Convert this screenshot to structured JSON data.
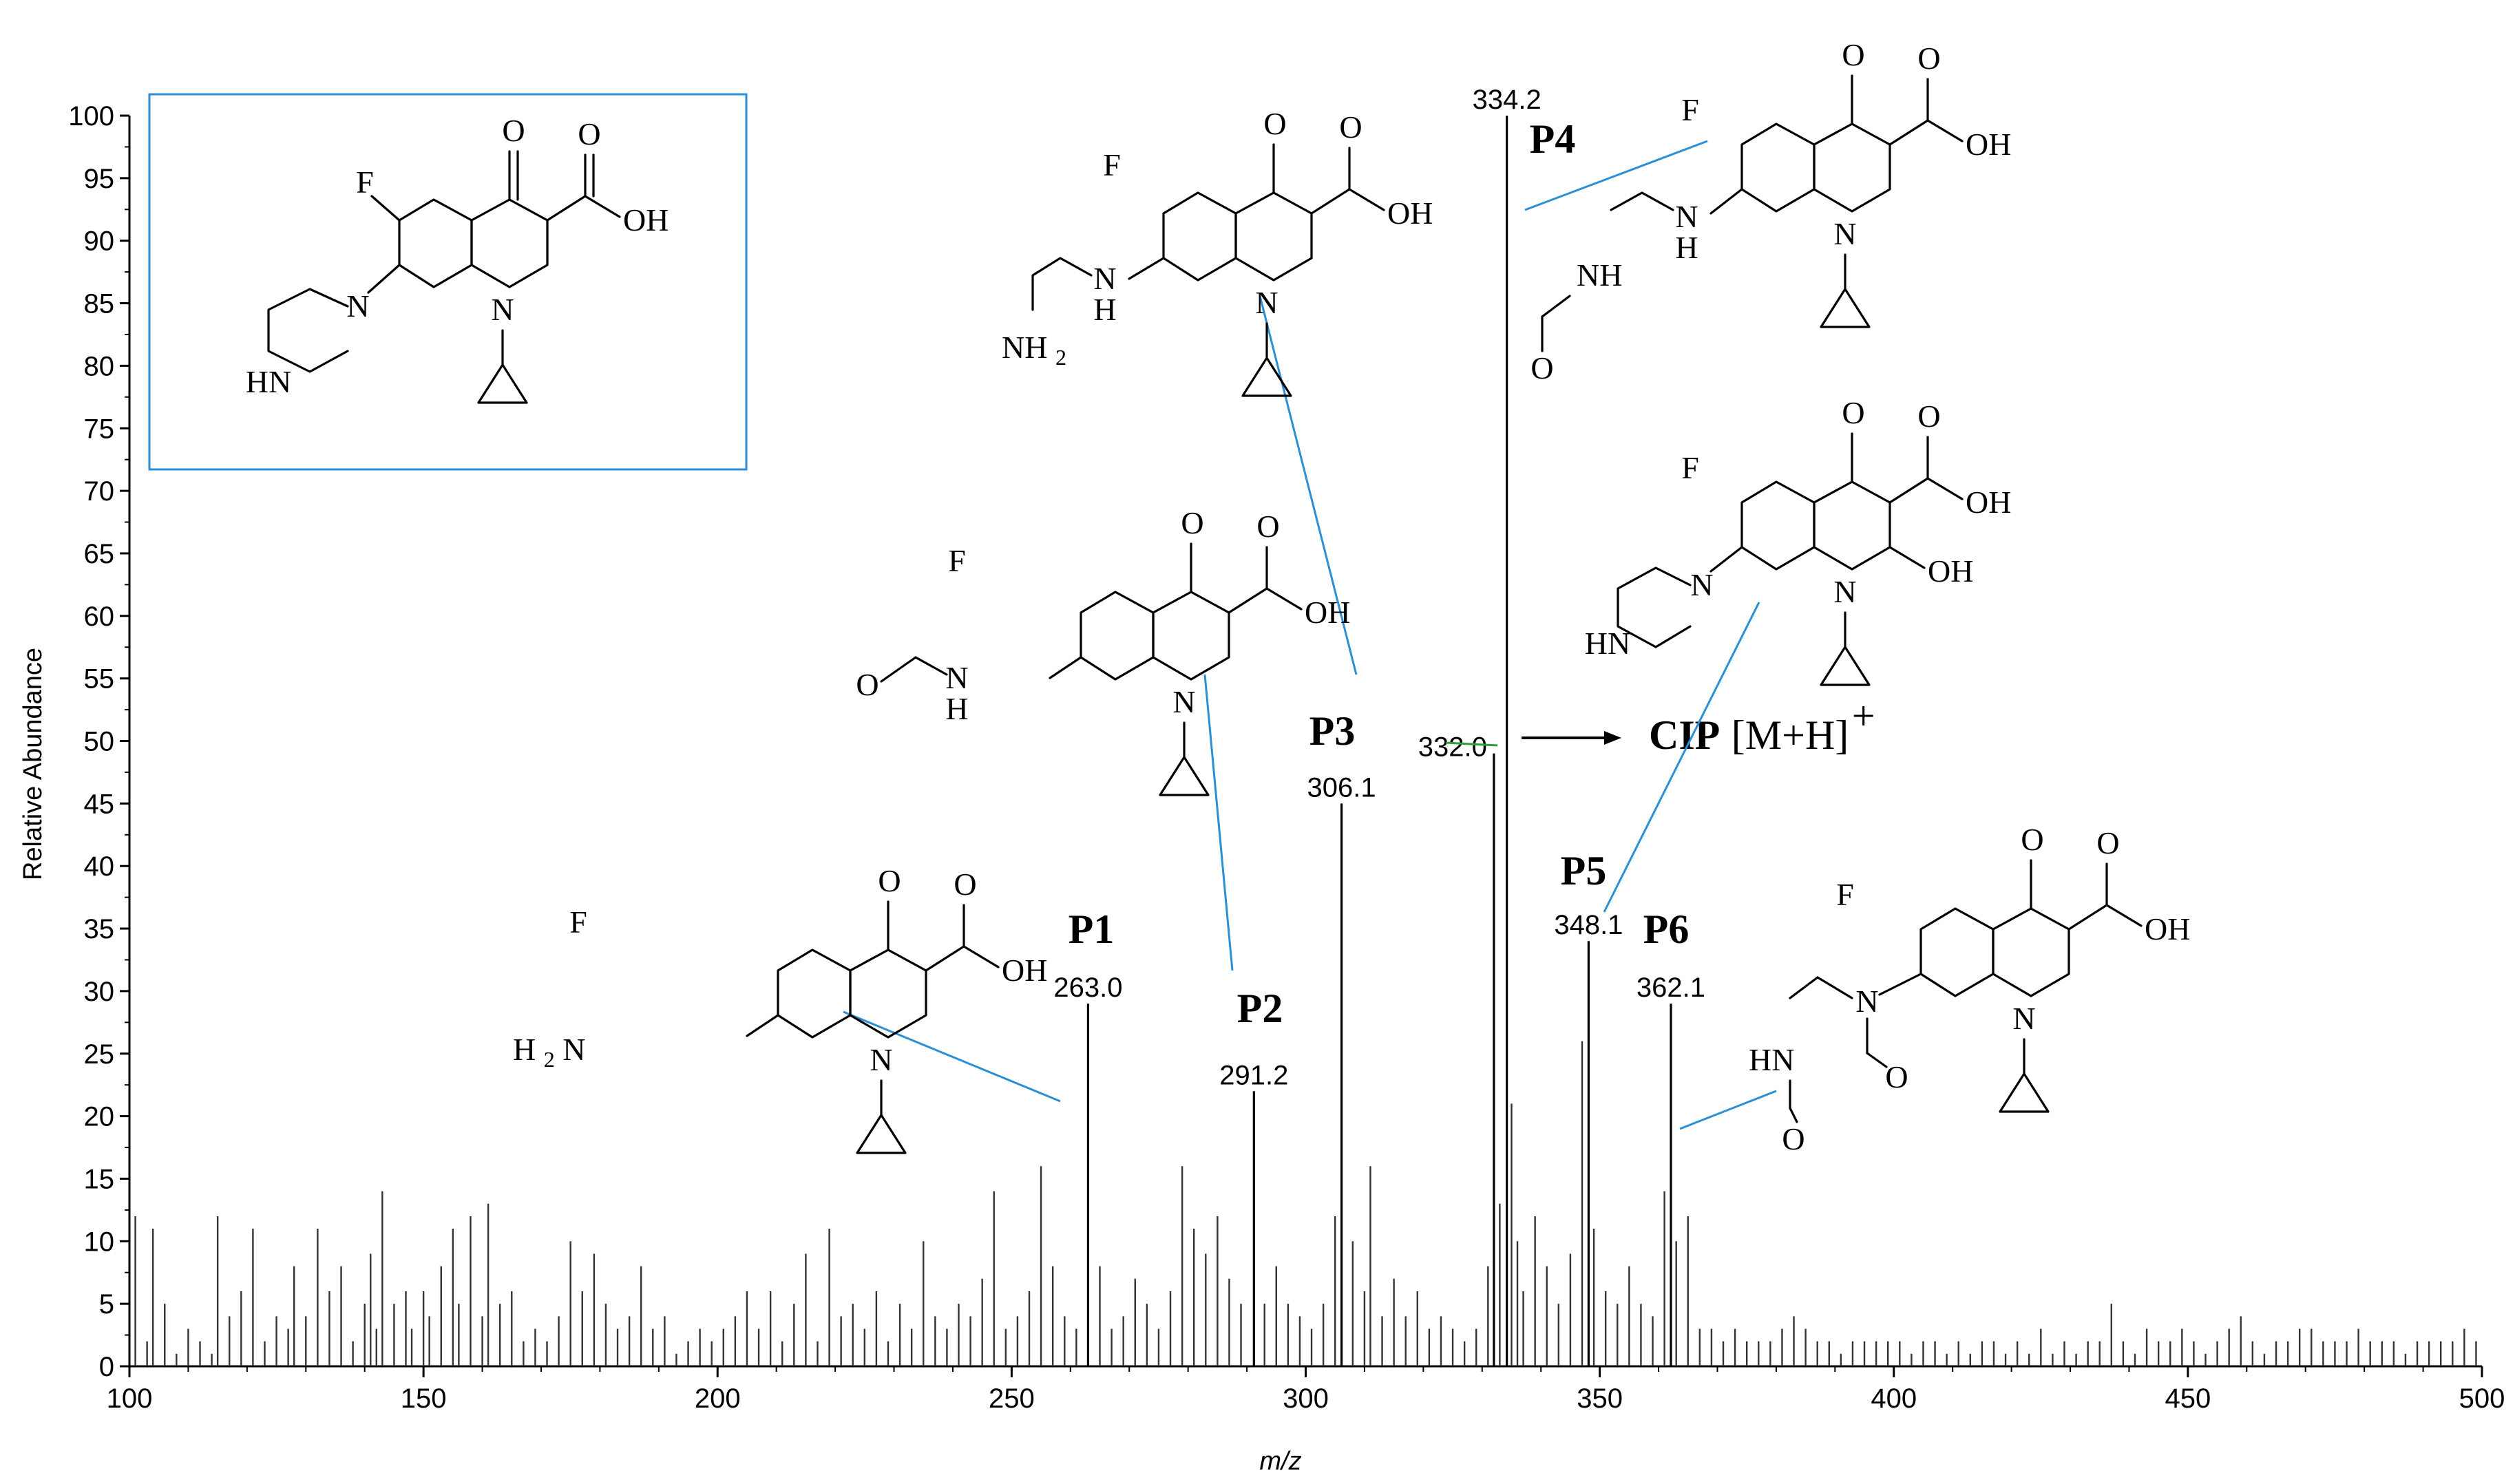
{
  "chart_data": {
    "type": "bar",
    "xlabel": "m/z",
    "ylabel": "Relative Abundance",
    "xlim": [
      100,
      500
    ],
    "ylim": [
      0,
      100
    ],
    "x_ticks": [
      100,
      150,
      200,
      250,
      300,
      350,
      400,
      450,
      500
    ],
    "y_ticks": [
      0,
      5,
      10,
      15,
      20,
      25,
      30,
      35,
      40,
      45,
      50,
      55,
      60,
      65,
      70,
      75,
      80,
      85,
      90,
      95,
      100
    ],
    "grid": false,
    "major_peaks": [
      {
        "mz": 263.0,
        "abundance": 29,
        "label": "263.0",
        "product": "P1"
      },
      {
        "mz": 291.2,
        "abundance": 22,
        "label": "291.2",
        "product": "P2"
      },
      {
        "mz": 306.1,
        "abundance": 45,
        "label": "306.1",
        "product": "P3"
      },
      {
        "mz": 332.0,
        "abundance": 49,
        "label": "332.0",
        "product": ""
      },
      {
        "mz": 334.2,
        "abundance": 100,
        "label": "334.2",
        "product": "P4"
      },
      {
        "mz": 348.1,
        "abundance": 34,
        "label": "348.1",
        "product": "P5"
      },
      {
        "mz": 362.1,
        "abundance": 29,
        "label": "362.1",
        "product": "P6"
      }
    ],
    "noise_peaks": [
      [
        101,
        12
      ],
      [
        103,
        2
      ],
      [
        104,
        11
      ],
      [
        106,
        5
      ],
      [
        108,
        1
      ],
      [
        110,
        3
      ],
      [
        112,
        2
      ],
      [
        114,
        1
      ],
      [
        115,
        12
      ],
      [
        117,
        4
      ],
      [
        119,
        6
      ],
      [
        121,
        11
      ],
      [
        123,
        2
      ],
      [
        125,
        4
      ],
      [
        127,
        3
      ],
      [
        128,
        8
      ],
      [
        130,
        4
      ],
      [
        132,
        11
      ],
      [
        134,
        6
      ],
      [
        136,
        8
      ],
      [
        138,
        2
      ],
      [
        140,
        5
      ],
      [
        141,
        9
      ],
      [
        142,
        3
      ],
      [
        143,
        14
      ],
      [
        145,
        5
      ],
      [
        147,
        6
      ],
      [
        148,
        3
      ],
      [
        150,
        6
      ],
      [
        151,
        4
      ],
      [
        153,
        8
      ],
      [
        155,
        11
      ],
      [
        156,
        5
      ],
      [
        158,
        12
      ],
      [
        160,
        4
      ],
      [
        161,
        13
      ],
      [
        163,
        5
      ],
      [
        165,
        6
      ],
      [
        167,
        2
      ],
      [
        169,
        3
      ],
      [
        171,
        2
      ],
      [
        173,
        4
      ],
      [
        175,
        10
      ],
      [
        177,
        6
      ],
      [
        179,
        9
      ],
      [
        181,
        5
      ],
      [
        183,
        3
      ],
      [
        185,
        4
      ],
      [
        187,
        8
      ],
      [
        189,
        3
      ],
      [
        191,
        4
      ],
      [
        193,
        1
      ],
      [
        195,
        2
      ],
      [
        197,
        3
      ],
      [
        199,
        2
      ],
      [
        201,
        3
      ],
      [
        203,
        4
      ],
      [
        205,
        6
      ],
      [
        207,
        3
      ],
      [
        209,
        6
      ],
      [
        211,
        2
      ],
      [
        213,
        5
      ],
      [
        215,
        9
      ],
      [
        217,
        2
      ],
      [
        219,
        11
      ],
      [
        221,
        4
      ],
      [
        223,
        5
      ],
      [
        225,
        3
      ],
      [
        227,
        6
      ],
      [
        229,
        2
      ],
      [
        231,
        5
      ],
      [
        233,
        3
      ],
      [
        235,
        10
      ],
      [
        237,
        4
      ],
      [
        239,
        3
      ],
      [
        241,
        5
      ],
      [
        243,
        4
      ],
      [
        245,
        7
      ],
      [
        247,
        14
      ],
      [
        249,
        3
      ],
      [
        251,
        4
      ],
      [
        253,
        6
      ],
      [
        255,
        16
      ],
      [
        257,
        8
      ],
      [
        259,
        4
      ],
      [
        261,
        3
      ],
      [
        265,
        8
      ],
      [
        267,
        3
      ],
      [
        269,
        4
      ],
      [
        271,
        7
      ],
      [
        273,
        5
      ],
      [
        275,
        3
      ],
      [
        277,
        6
      ],
      [
        279,
        16
      ],
      [
        281,
        11
      ],
      [
        283,
        9
      ],
      [
        285,
        12
      ],
      [
        287,
        7
      ],
      [
        289,
        5
      ],
      [
        293,
        5
      ],
      [
        295,
        8
      ],
      [
        297,
        5
      ],
      [
        299,
        4
      ],
      [
        301,
        3
      ],
      [
        303,
        5
      ],
      [
        305,
        12
      ],
      [
        308,
        10
      ],
      [
        310,
        6
      ],
      [
        311,
        16
      ],
      [
        313,
        4
      ],
      [
        315,
        7
      ],
      [
        317,
        4
      ],
      [
        319,
        6
      ],
      [
        321,
        3
      ],
      [
        323,
        4
      ],
      [
        325,
        3
      ],
      [
        327,
        2
      ],
      [
        329,
        3
      ],
      [
        331,
        8
      ],
      [
        333,
        13
      ],
      [
        335,
        21
      ],
      [
        336,
        10
      ],
      [
        337,
        6
      ],
      [
        339,
        12
      ],
      [
        341,
        8
      ],
      [
        343,
        5
      ],
      [
        345,
        9
      ],
      [
        347,
        26
      ],
      [
        349,
        11
      ],
      [
        351,
        6
      ],
      [
        353,
        5
      ],
      [
        355,
        8
      ],
      [
        357,
        5
      ],
      [
        359,
        4
      ],
      [
        361,
        14
      ],
      [
        363,
        10
      ],
      [
        365,
        12
      ],
      [
        367,
        3
      ],
      [
        369,
        3
      ],
      [
        371,
        2
      ],
      [
        373,
        3
      ],
      [
        375,
        2
      ],
      [
        377,
        2
      ],
      [
        379,
        2
      ],
      [
        381,
        3
      ],
      [
        383,
        4
      ],
      [
        385,
        3
      ],
      [
        387,
        2
      ],
      [
        389,
        2
      ],
      [
        391,
        1
      ],
      [
        393,
        2
      ],
      [
        395,
        2
      ],
      [
        397,
        2
      ],
      [
        399,
        2
      ],
      [
        401,
        2
      ],
      [
        403,
        1
      ],
      [
        405,
        2
      ],
      [
        407,
        2
      ],
      [
        409,
        1
      ],
      [
        411,
        2
      ],
      [
        413,
        1
      ],
      [
        415,
        2
      ],
      [
        417,
        2
      ],
      [
        419,
        1
      ],
      [
        421,
        2
      ],
      [
        423,
        1
      ],
      [
        425,
        3
      ],
      [
        427,
        1
      ],
      [
        429,
        2
      ],
      [
        431,
        1
      ],
      [
        433,
        2
      ],
      [
        435,
        2
      ],
      [
        437,
        5
      ],
      [
        439,
        2
      ],
      [
        441,
        1
      ],
      [
        443,
        3
      ],
      [
        445,
        2
      ],
      [
        447,
        2
      ],
      [
        449,
        3
      ],
      [
        451,
        2
      ],
      [
        453,
        1
      ],
      [
        455,
        2
      ],
      [
        457,
        3
      ],
      [
        459,
        4
      ],
      [
        461,
        2
      ],
      [
        463,
        1
      ],
      [
        465,
        2
      ],
      [
        467,
        2
      ],
      [
        469,
        3
      ],
      [
        471,
        3
      ],
      [
        473,
        2
      ],
      [
        475,
        2
      ],
      [
        477,
        2
      ],
      [
        479,
        3
      ],
      [
        481,
        2
      ],
      [
        483,
        2
      ],
      [
        485,
        2
      ],
      [
        487,
        1
      ],
      [
        489,
        2
      ],
      [
        491,
        2
      ],
      [
        493,
        2
      ],
      [
        495,
        2
      ],
      [
        497,
        3
      ],
      [
        499,
        2
      ]
    ],
    "annotations": {
      "cip_label_bold": "CIP",
      "cip_label_ion": "[M+H]",
      "cip_superscript": "+"
    },
    "structure_text": {
      "O": "O",
      "OH": "OH",
      "F": "F",
      "N": "N",
      "H": "H",
      "HN": "HN",
      "NH": "NH",
      "NH2_main": "NH",
      "NH2_sub": "2",
      "H2N_main": "H",
      "H2N_sub": "2",
      "H2N_tail": "N"
    },
    "colors": {
      "axis": "#000000",
      "peaks": "#000000",
      "arrows": "#2b8fd6",
      "inset_border": "#2b8fd6",
      "cip_marker": "#2e9e3a"
    }
  }
}
